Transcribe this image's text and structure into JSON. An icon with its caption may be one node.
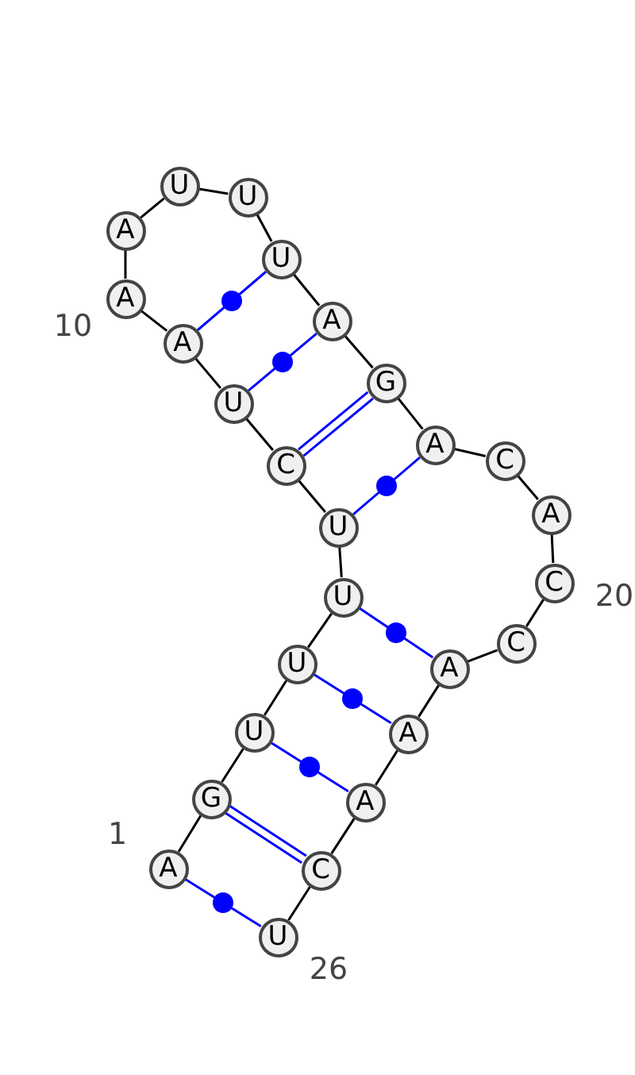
{
  "diagram": {
    "nodes": [
      {
        "text": [
          "A"
        ],
        "beside": [
          "1"
        ]
      },
      {
        "text": [
          "G"
        ]
      },
      {
        "text": [
          "U"
        ]
      },
      {
        "text": [
          "U"
        ]
      },
      {
        "text": [
          "U"
        ]
      },
      {
        "text": [
          "U"
        ]
      },
      {
        "text": [
          "C"
        ]
      },
      {
        "text": [
          "U"
        ]
      },
      {
        "text": [
          "A"
        ]
      },
      {
        "text": [
          "A"
        ],
        "beside": [
          "10"
        ]
      },
      {
        "text": [
          "A"
        ]
      },
      {
        "text": [
          "U"
        ]
      },
      {
        "text": [
          "U"
        ]
      },
      {
        "text": [
          "U"
        ]
      },
      {
        "text": [
          "A"
        ]
      },
      {
        "text": [
          "G"
        ]
      },
      {
        "text": [
          "A"
        ]
      },
      {
        "text": [
          "C"
        ]
      },
      {
        "text": [
          "A"
        ]
      },
      {
        "text": [
          "C"
        ],
        "beside": [
          "20"
        ]
      },
      {
        "text": [
          "C"
        ]
      },
      {
        "text": [
          "A"
        ]
      },
      {
        "text": [
          "A"
        ]
      },
      {
        "text": [
          "A"
        ]
      },
      {
        "text": [
          "C"
        ]
      },
      {
        "text": [
          "U"
        ],
        "beside": [
          "26"
        ]
      }
    ],
    "edges": [
      {
        "from": 0,
        "to": 1,
        "arrow": "none"
      },
      {
        "from": 1,
        "to": 2,
        "arrow": "none"
      },
      {
        "from": 2,
        "to": 3,
        "arrow": "none"
      },
      {
        "from": 3,
        "to": 4,
        "arrow": "none"
      },
      {
        "from": 4,
        "to": 5,
        "arrow": "none"
      },
      {
        "from": 5,
        "to": 6,
        "arrow": "none"
      },
      {
        "from": 6,
        "to": 7,
        "arrow": "none"
      },
      {
        "from": 7,
        "to": 8,
        "arrow": "none"
      },
      {
        "from": 8,
        "to": 9,
        "arrow": "none"
      },
      {
        "from": 9,
        "to": 10,
        "arrow": "none"
      },
      {
        "from": 10,
        "to": 11,
        "arrow": "none"
      },
      {
        "from": 11,
        "to": 12,
        "arrow": "none"
      },
      {
        "from": 12,
        "to": 13,
        "arrow": "none"
      },
      {
        "from": 13,
        "to": 14,
        "arrow": "none"
      },
      {
        "from": 14,
        "to": 15,
        "arrow": "none"
      },
      {
        "from": 15,
        "to": 16,
        "arrow": "none"
      },
      {
        "from": 16,
        "to": 17,
        "arrow": "none"
      },
      {
        "from": 17,
        "to": 18,
        "arrow": "none"
      },
      {
        "from": 18,
        "to": 19,
        "arrow": "none"
      },
      {
        "from": 19,
        "to": 20,
        "arrow": "none"
      },
      {
        "from": 20,
        "to": 21,
        "arrow": "none"
      },
      {
        "from": 21,
        "to": 22,
        "arrow": "none"
      },
      {
        "from": 22,
        "to": 23,
        "arrow": "none"
      },
      {
        "from": 23,
        "to": 24,
        "arrow": "none"
      },
      {
        "from": 24,
        "to": 25,
        "arrow": "none"
      },
      {
        "from": 0,
        "to": 25,
        "arrow": "none",
        "color": "#0000ff"
      },
      {
        "from": 1,
        "to": 24,
        "arrow": "none",
        "color": "#0000ff"
      },
      {
        "from": 1,
        "to": 24,
        "arrow": "none",
        "color": "#0000ff"
      },
      {
        "from": 2,
        "to": 23,
        "arrow": "none",
        "color": "#0000ff"
      },
      {
        "from": 3,
        "to": 22,
        "arrow": "none",
        "color": "#0000ff"
      },
      {
        "from": 4,
        "to": 21,
        "arrow": "none",
        "color": "#0000ff"
      },
      {
        "from": 5,
        "to": 16,
        "arrow": "none",
        "color": "#0000ff"
      },
      {
        "from": 6,
        "to": 15,
        "arrow": "none",
        "color": "#0000ff"
      },
      {
        "from": 6,
        "to": 15,
        "arrow": "none",
        "color": "#0000ff"
      },
      {
        "from": 7,
        "to": 14,
        "arrow": "none",
        "color": "#0000ff"
      },
      {
        "from": 8,
        "to": 13,
        "arrow": "none",
        "color": "#0000ff"
      }
    ]
  }
}
